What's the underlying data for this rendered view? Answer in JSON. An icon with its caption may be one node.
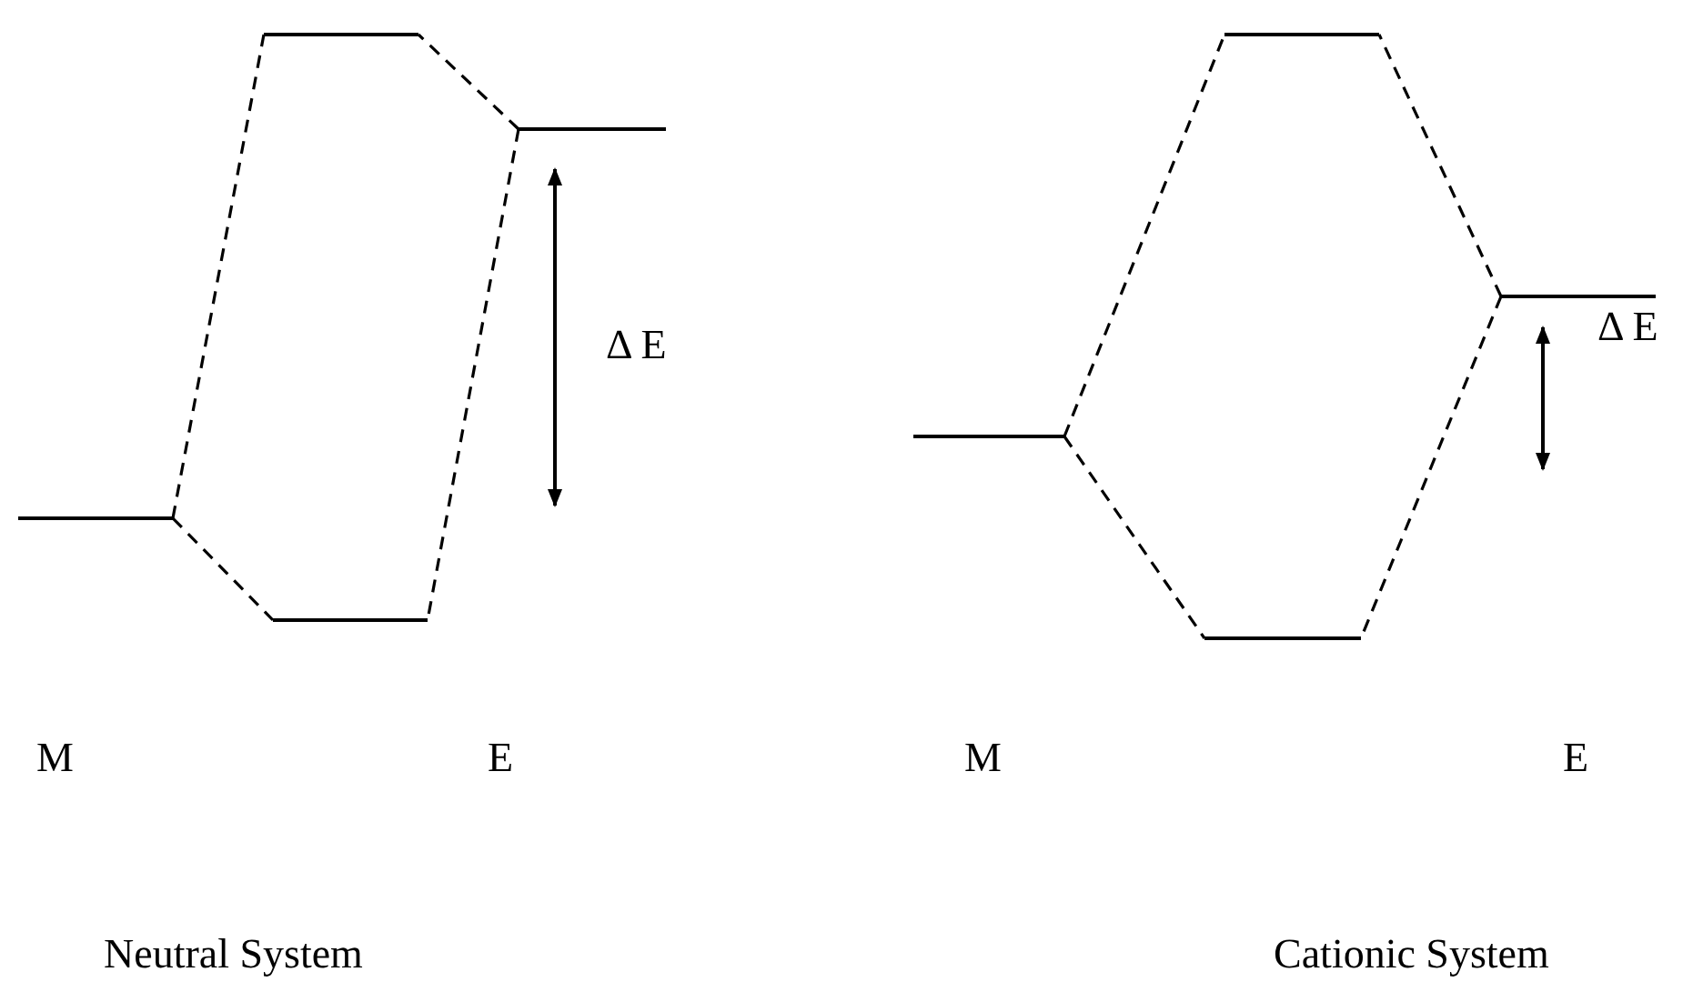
{
  "diagram": {
    "nodes": [
      {
        "text": [],
        "shape": "bar"
      },
      {
        "text": [],
        "shape": "bar"
      },
      {
        "text": [],
        "shape": "bar"
      },
      {
        "text": [],
        "shape": "bar"
      },
      {
        "text": [],
        "shape": "bar"
      },
      {
        "text": [],
        "shape": "bar"
      },
      {
        "text": [],
        "shape": "bar"
      },
      {
        "text": [],
        "shape": "bar"
      }
    ],
    "edges": [
      {
        "from": 0,
        "to": 1,
        "arrow": "none",
        "style": "dashed"
      },
      {
        "from": 0,
        "to": 2,
        "arrow": "none",
        "style": "dashed"
      },
      {
        "from": 3,
        "to": 1,
        "arrow": "none",
        "style": "dashed"
      },
      {
        "from": 3,
        "to": 2,
        "arrow": "none",
        "style": "dashed"
      },
      {
        "from": 4,
        "to": 5,
        "arrow": "none",
        "style": "dashed"
      },
      {
        "from": 4,
        "to": 6,
        "arrow": "none",
        "style": "dashed"
      },
      {
        "from": 7,
        "to": 5,
        "arrow": "none",
        "style": "dashed"
      },
      {
        "from": 7,
        "to": 6,
        "arrow": "none",
        "style": "dashed"
      }
    ],
    "labels": [
      "Δ E",
      "M",
      "E",
      "Neutral System",
      "Δ E",
      "M",
      "E",
      "Cationic System"
    ]
  }
}
